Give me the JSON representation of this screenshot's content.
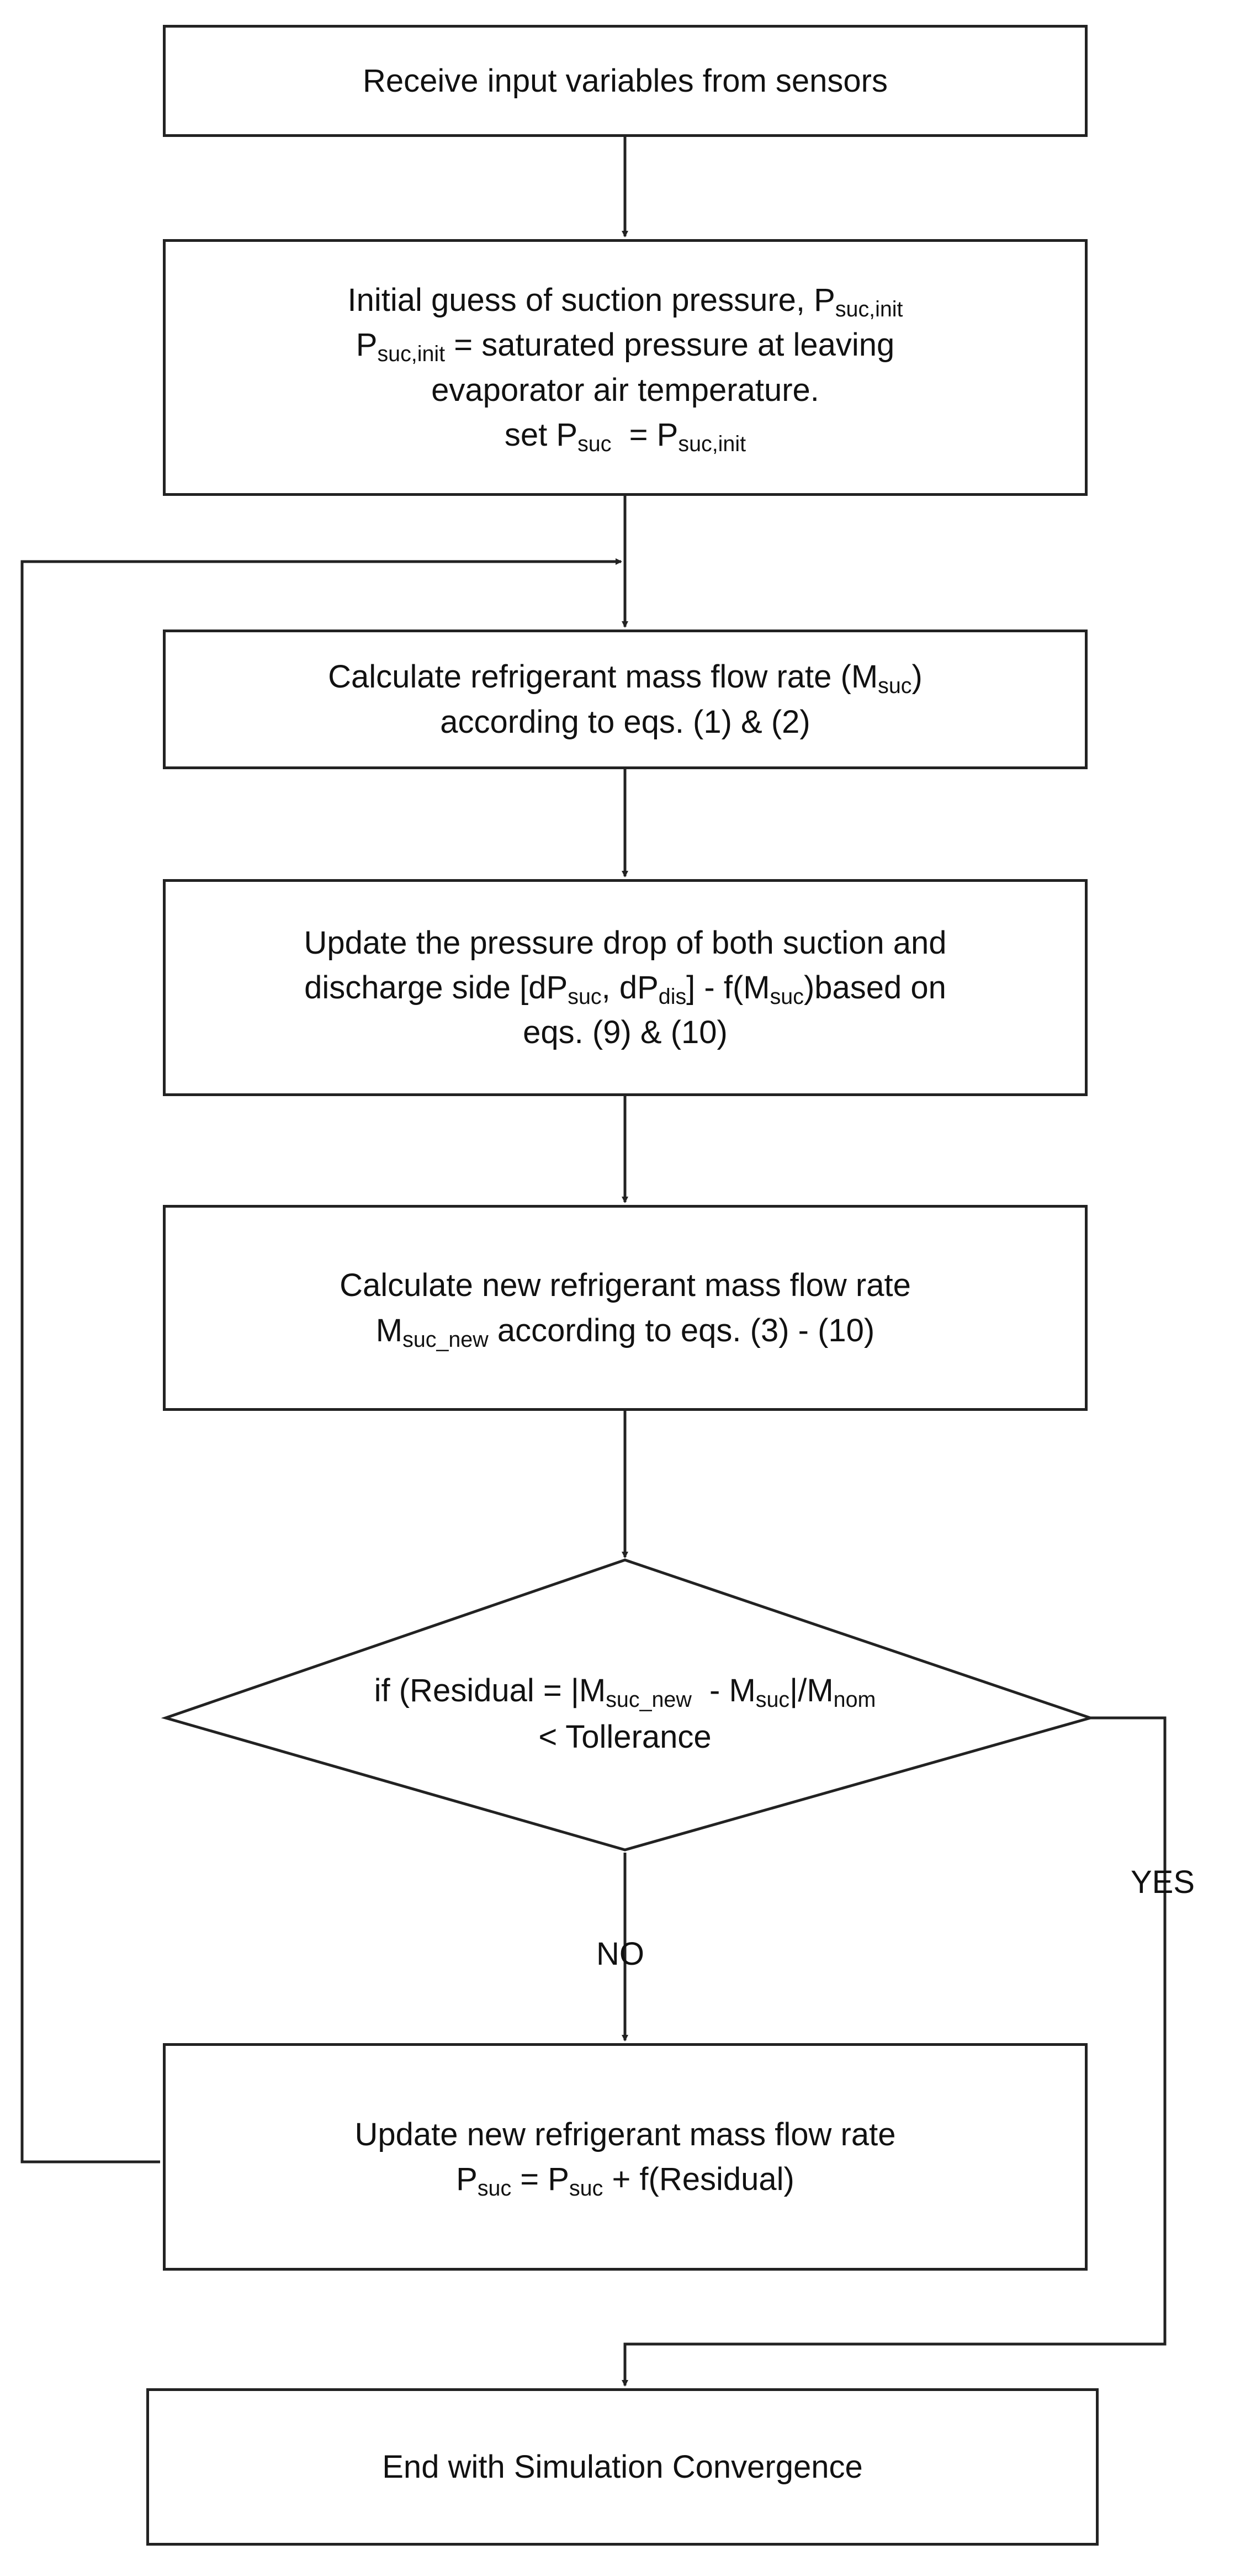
{
  "diagram": {
    "type": "flowchart",
    "nodes": {
      "receive": {
        "line1": "Receive input variables from sensors"
      },
      "initial": {
        "line1_pre": "Initial guess of suction pressure, P",
        "line1_sub": "suc,init",
        "line2_p": "P",
        "line2_sub": "suc,init",
        "line2_post": " = saturated pressure at leaving",
        "line3": "evaporator air temperature.",
        "line4_pre": "set P",
        "line4_sub1": "suc",
        "line4_mid": "  = P",
        "line4_sub2": "suc,init"
      },
      "calc_mass": {
        "line1_pre": "Calculate refrigerant mass flow rate (M",
        "line1_sub": "suc",
        "line1_post": ")",
        "line2": "according to eqs. (1) & (2)"
      },
      "update_drop": {
        "line1": "Update the pressure drop of both suction and",
        "line2_pre": "discharge side [dP",
        "line2_sub1": "suc",
        "line2_mid": ", dP",
        "line2_sub2": "dis",
        "line2_mid2": "] - f(M",
        "line2_sub3": "suc",
        "line2_post": ")based on",
        "line3": "eqs. (9) & (10)"
      },
      "calc_new": {
        "line1": "Calculate new refrigerant mass flow rate",
        "line2_m": "M",
        "line2_sub": "suc_new",
        "line2_post": " according to eqs. (3) - (10)"
      },
      "decision": {
        "line1_pre": "if (Residual = |M",
        "line1_sub1": "suc_new",
        "line1_mid": "  - M",
        "line1_sub2": "suc",
        "line1_mid2": "|/M",
        "line1_sub3": "nom",
        "line2": "< Tollerance"
      },
      "update_new": {
        "line1": "Update new refrigerant mass flow rate",
        "line2_p1": "P",
        "line2_sub1": "suc",
        "line2_mid": " = P",
        "line2_sub2": "suc",
        "line2_post": " + f(Residual)"
      },
      "end": {
        "line1": "End with Simulation Convergence"
      }
    },
    "edge_labels": {
      "yes": "YES",
      "no": "NO"
    }
  }
}
